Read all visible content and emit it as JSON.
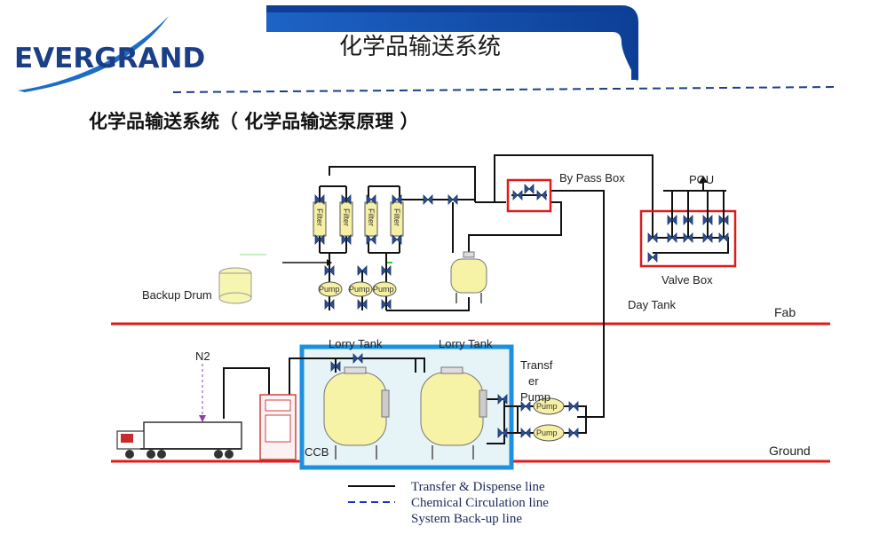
{
  "header": {
    "logo_text": "EVERGRAND",
    "title": "化学品输送系统"
  },
  "subtitle": "化学品输送系统（ 化学品输送泵原理 ）",
  "diagram": {
    "labels": {
      "by_pass_box": "By Pass Box",
      "pou": "POU",
      "valve_box": "Valve Box",
      "day_tank": "Day Tank",
      "fab": "Fab",
      "backup_drum": "Backup Drum",
      "n2": "N2",
      "lorry_tank_1": "Lorry Tank",
      "lorry_tank_2": "Lorry Tank",
      "transfer_1": "Transf",
      "transfer_2": "er",
      "transfer_3": "Pump",
      "ground": "Ground",
      "ccb": "CCB",
      "filter": "Filter",
      "pump": "Pump"
    },
    "colors": {
      "pipe": "#111111",
      "floor_line": "#e01a1a",
      "highlight_box": "#e01a1a",
      "station_box": "#1e90e0",
      "tank_fill": "#f6f2a6",
      "valve": "#2a4f8f"
    }
  },
  "legend": {
    "items": [
      {
        "label": "Transfer & Dispense line",
        "style": "solid",
        "color": "#111111"
      },
      {
        "label": "Chemical Circulation line",
        "style": "dashed",
        "color": "#1a35c8"
      },
      {
        "label": "System Back-up line",
        "style": "dashed",
        "color": "#111111"
      }
    ]
  }
}
